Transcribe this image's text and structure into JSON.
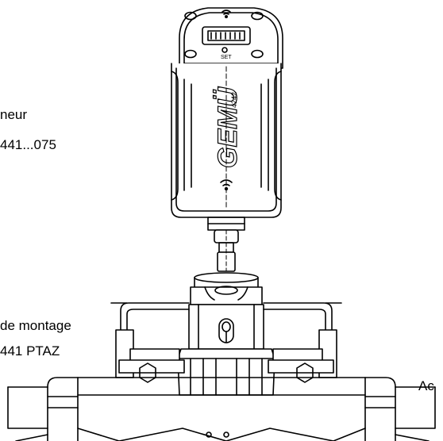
{
  "labels": {
    "actuator_line1": "neur",
    "actuator_line2": "441...075",
    "kit_line1": "de montage",
    "kit_line2": "441 PTAZ",
    "right_label": "Ac"
  },
  "actuator": {
    "brand_text": "GEMÜ",
    "model_text": "4242",
    "indicator_text": "SET"
  },
  "icons": [
    "wifi-icon",
    "led-indicator-icon",
    "screw-icon",
    "bolt-icon"
  ],
  "colors": {
    "line": "#000000",
    "background": "#ffffff"
  }
}
